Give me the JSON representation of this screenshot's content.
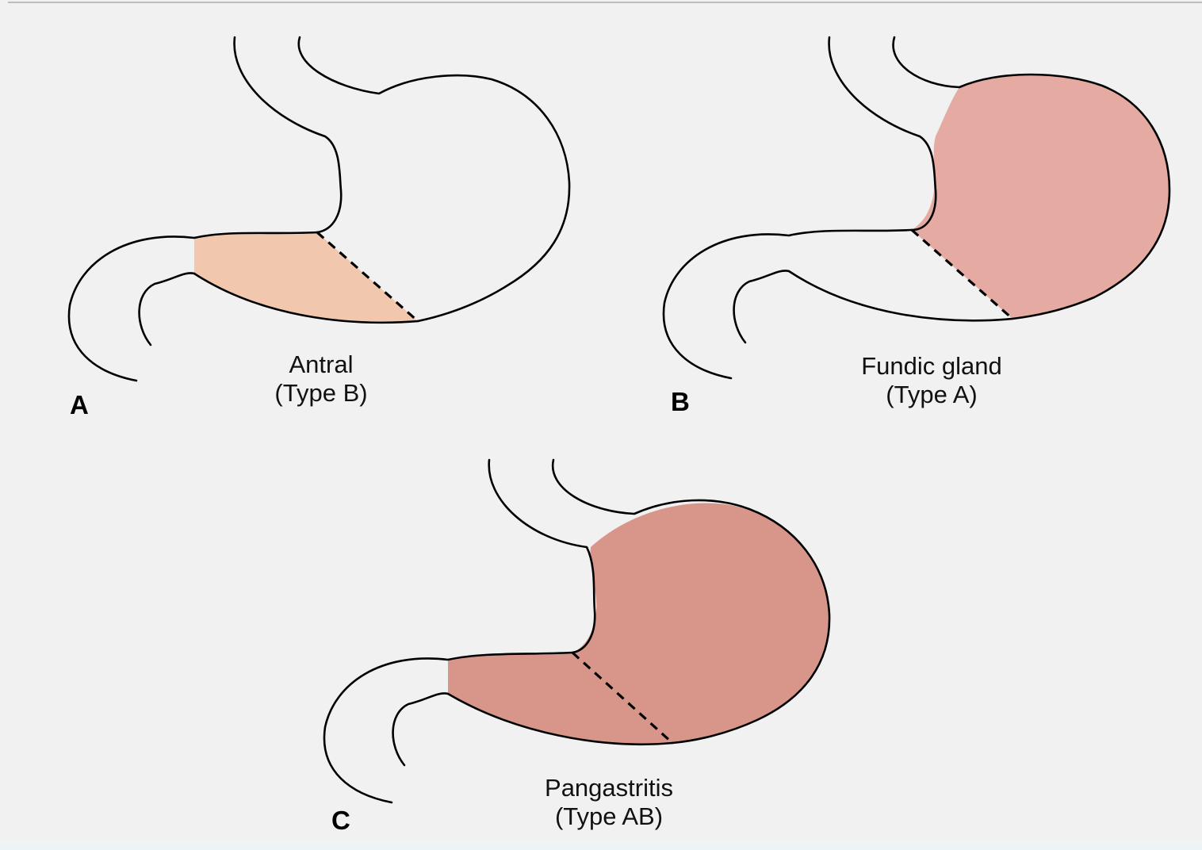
{
  "panels": [
    {
      "letter": "A",
      "caption_line1": "Antral",
      "caption_line2": "(Type B)",
      "highlight_color": "#f1c8ad",
      "highlighted_region": "antrum"
    },
    {
      "letter": "B",
      "caption_line1": "Fundic gland",
      "caption_line2": "(Type A)",
      "highlight_color": "#e5aaa2",
      "highlighted_region": "fundus-and-body"
    },
    {
      "letter": "C",
      "caption_line1": "Pangastritis",
      "caption_line2": "(Type AB)",
      "highlight_color": "#d8968a",
      "highlighted_region": "entire-stomach"
    }
  ],
  "colors": {
    "background": "#f1f1f1",
    "outline": "#000000"
  }
}
